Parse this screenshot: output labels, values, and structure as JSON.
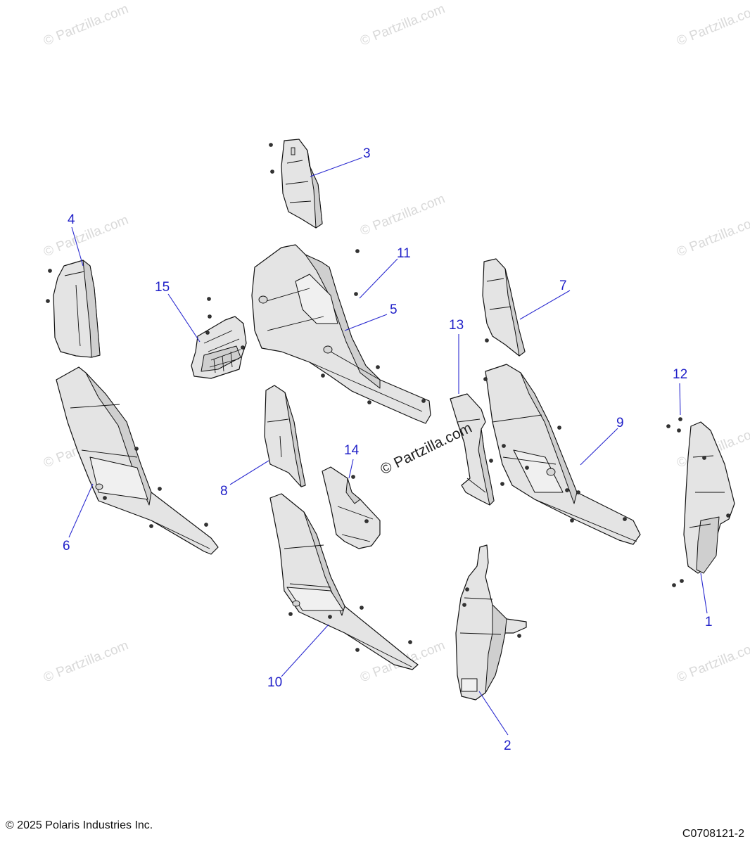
{
  "watermark_text": "© Partzilla.com",
  "center_watermark_text": "© Partzilla.com",
  "callouts": [
    "1",
    "2",
    "3",
    "4",
    "5",
    "6",
    "7",
    "8",
    "9",
    "10",
    "11",
    "12",
    "13",
    "14",
    "15"
  ],
  "copyright": "© 2025 Polaris Industries Inc.",
  "diagram_code": "C0708121-2",
  "colors": {
    "callout": "#1f1fc8",
    "part_fill": "#e4e4e4",
    "line": "#111111",
    "watermark": "#d9d9d9"
  }
}
